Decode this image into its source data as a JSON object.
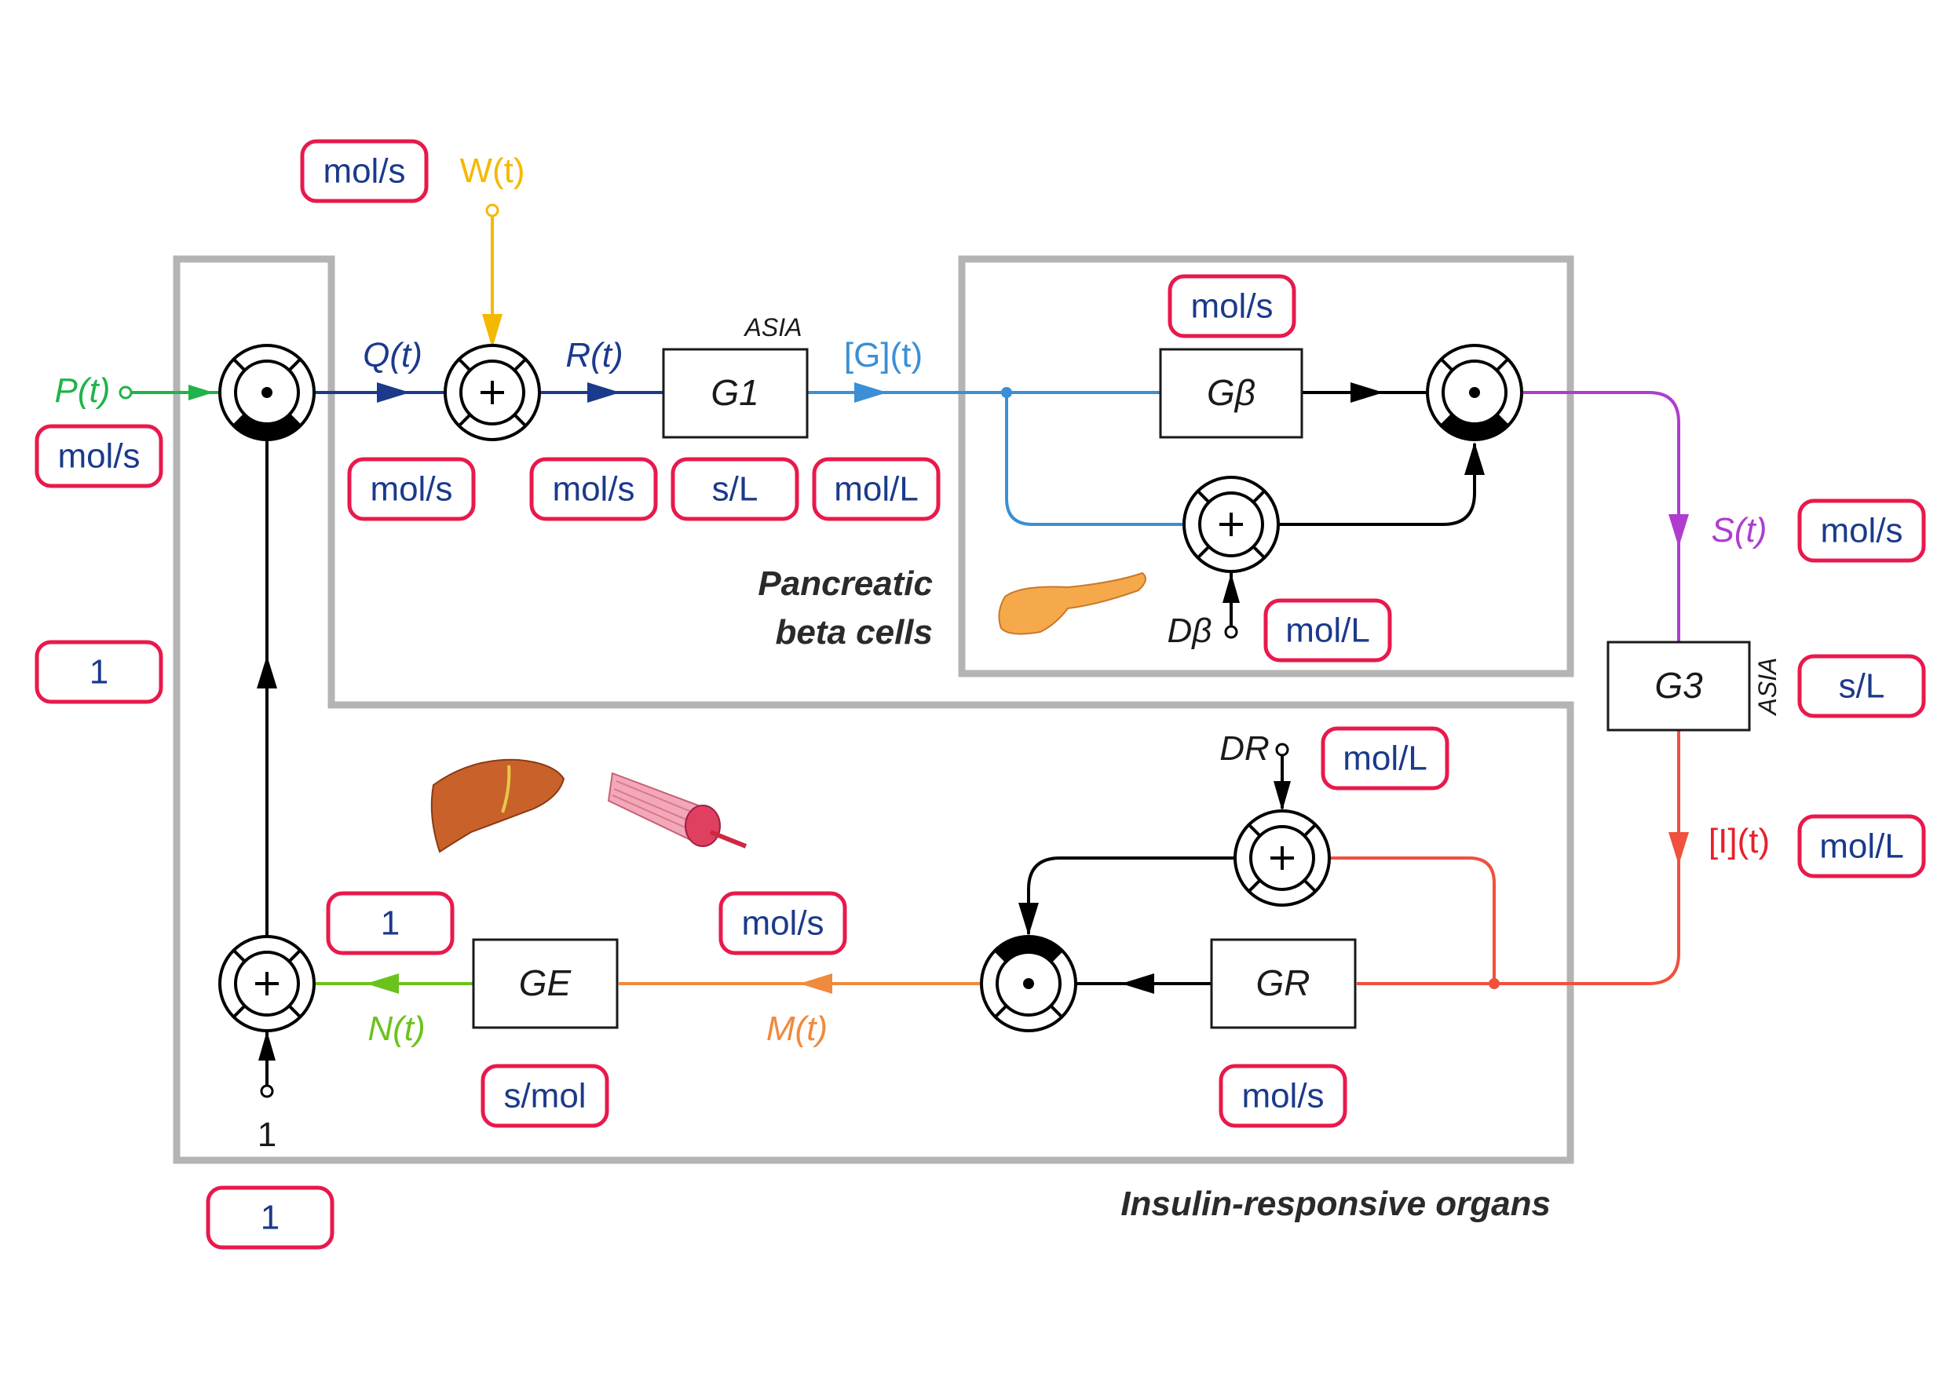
{
  "signals": {
    "P": "P(t)",
    "W": "W(t)",
    "Q": "Q(t)",
    "R": "R(t)",
    "G": "[G](t)",
    "S": "S(t)",
    "I": "[I](t)",
    "M": "M(t)",
    "N": "N(t)",
    "D_beta": "Dβ",
    "D_R": "DR",
    "one_input": "1"
  },
  "blocks": {
    "G1": "G1",
    "Gbeta": "Gβ",
    "G3": "G3",
    "GR": "GR",
    "GE": "GE"
  },
  "annotations": {
    "asia_top": "ASIA",
    "asia_side": "ASIA"
  },
  "regions": {
    "pancreas_line1": "Pancreatic",
    "pancreas_line2": "beta cells",
    "organs": "Insulin-responsive organs"
  },
  "units": {
    "W": "mol/s",
    "P": "mol/s",
    "Q": "mol/s",
    "R": "mol/s",
    "G1": "s/L",
    "G": "mol/L",
    "Gbeta": "mol/s",
    "D_beta": "mol/L",
    "S": "mol/s",
    "G3": "s/L",
    "I": "mol/L",
    "D_R": "mol/L",
    "feedback": "1",
    "N": "1",
    "M": "mol/s",
    "GE": "s/mol",
    "GR": "mol/s",
    "bottom": "1"
  },
  "colors": {
    "P": "#1fb34a",
    "W": "#f5b800",
    "Q": "#1b3a8c",
    "G": "#3a8fd6",
    "S": "#b03ccf",
    "I": "#f0503c",
    "M": "#f08a3c",
    "N": "#6cc21c",
    "unit_border": "#e8194c",
    "group_border": "#b4b4b4"
  }
}
